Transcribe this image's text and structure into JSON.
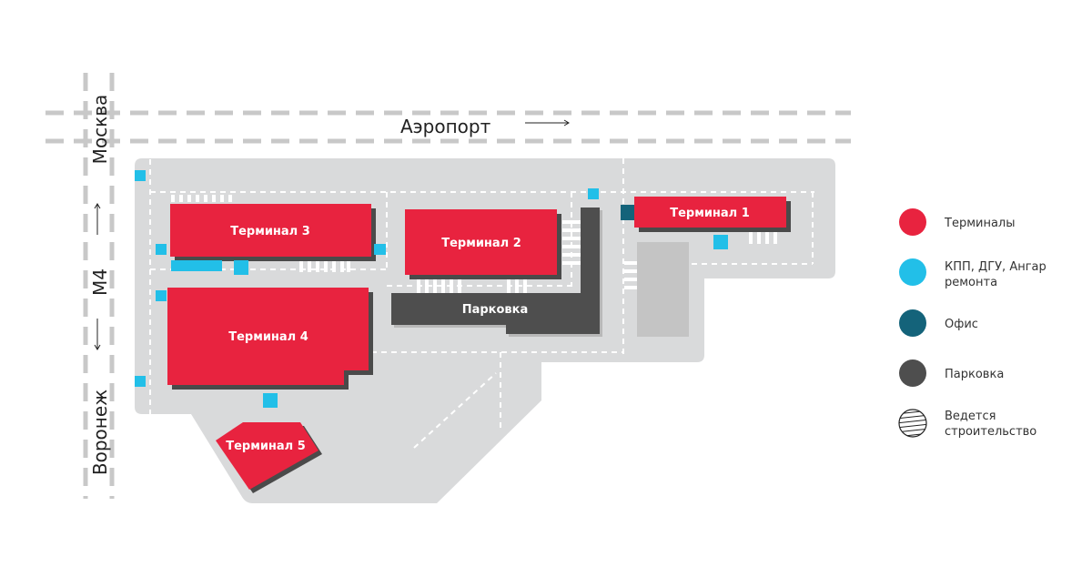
{
  "colors": {
    "terminal": "#e8233f",
    "checkpoint": "#22bfe8",
    "office": "#14637a",
    "parking": "#4e4e4e",
    "site": "#d9dadb",
    "construction": "#c4c4c4"
  },
  "roads": {
    "airport": "Аэропорт",
    "moscow": "Москва",
    "m4": "М4",
    "voronezh": "Воронеж"
  },
  "map": {
    "terminal1": "Терминал 1",
    "terminal2": "Терминал 2",
    "terminal3": "Терминал 3",
    "terminal4": "Терминал 4",
    "terminal5": "Терминал 5",
    "parking": "Парковка"
  },
  "legend": {
    "items": [
      {
        "label": "Терминалы",
        "color": "#e8233f"
      },
      {
        "label_line1": "КПП, ДГУ, Ангар",
        "label_line2": "ремонта",
        "color": "#22bfe8"
      },
      {
        "label": "Офис",
        "color": "#14637a"
      },
      {
        "label": "Парковка",
        "color": "#4e4e4e"
      },
      {
        "label_line1": "Ведется",
        "label_line2": "строительство",
        "icon": "hatched-circle-icon"
      }
    ]
  }
}
